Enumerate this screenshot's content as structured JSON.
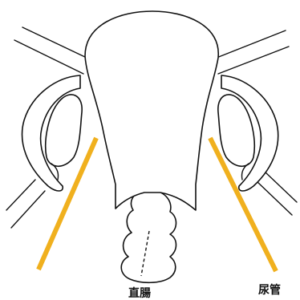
{
  "labels": {
    "rectum": "直腸",
    "ureter": "尿管"
  },
  "colors": {
    "ureter_line": "#f0b01e",
    "outline": "#111111",
    "background": "#ffffff"
  },
  "ureters": [
    {
      "side": "left",
      "color": "#f0b01e"
    },
    {
      "side": "right",
      "color": "#f0b01e"
    }
  ]
}
